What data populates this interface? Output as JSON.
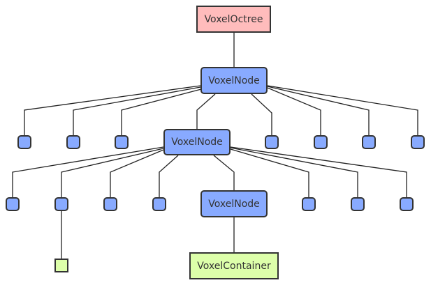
{
  "colors": {
    "octree_fill": "#ffbcbc",
    "node_fill": "#88aaff",
    "container_fill": "#ddffaa",
    "stroke": "#333333",
    "edge": "#222222"
  },
  "nodes": {
    "root": {
      "label": "VoxelOctree",
      "kind": "octree"
    },
    "level1": {
      "label": "VoxelNode",
      "kind": "node"
    },
    "level2": {
      "label": "VoxelNode",
      "kind": "node"
    },
    "level3": {
      "label": "VoxelNode",
      "kind": "node"
    },
    "container": {
      "label": "VoxelContainer",
      "kind": "container"
    }
  }
}
